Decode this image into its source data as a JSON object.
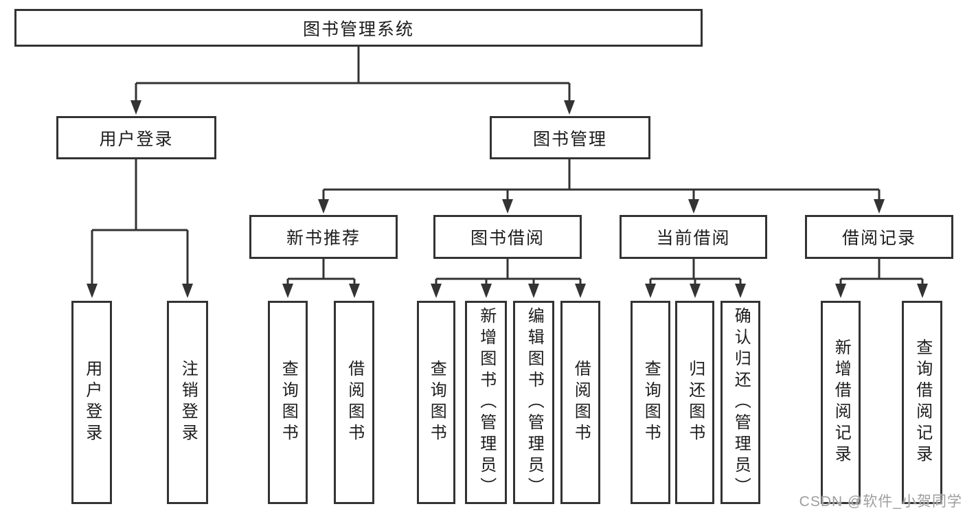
{
  "diagram": {
    "root": {
      "label": "图书管理系统"
    },
    "level2": [
      {
        "label": "用户登录"
      },
      {
        "label": "图书管理"
      }
    ],
    "level3": [
      {
        "label": "新书推荐"
      },
      {
        "label": "图书借阅"
      },
      {
        "label": "当前借阅"
      },
      {
        "label": "借阅记录"
      }
    ],
    "level4": {
      "user_login_children": [
        {
          "label": "用户登录"
        },
        {
          "label": "注销登录"
        }
      ],
      "new_book_children": [
        {
          "label": "查询图书"
        },
        {
          "label": "借阅图书"
        }
      ],
      "book_borrow_children": [
        {
          "label": "查询图书"
        },
        {
          "label": "新增图书（管理员）"
        },
        {
          "label": "编辑图书（管理员）"
        },
        {
          "label": "借阅图书"
        }
      ],
      "current_borrow_children": [
        {
          "label": "查询图书"
        },
        {
          "label": "归还图书"
        },
        {
          "label": "确认归还（管理员）"
        }
      ],
      "borrow_record_children": [
        {
          "label": "新增借阅记录"
        },
        {
          "label": "查询借阅记录"
        }
      ]
    }
  },
  "watermark": {
    "text": "CSDN @软件_小贺同学"
  },
  "colors": {
    "line": "#333333",
    "box_border": "#333333",
    "text": "#1c1c1c",
    "watermark": "#9e9e9e",
    "background": "#ffffff"
  }
}
